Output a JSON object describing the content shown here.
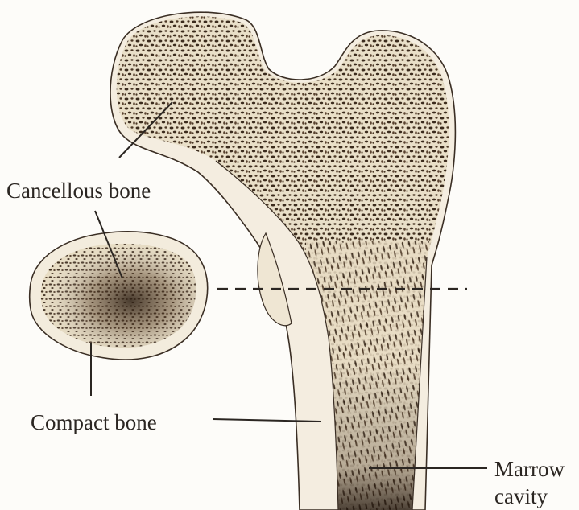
{
  "labels": {
    "cancellous_bone": "Cancellous bone",
    "compact_bone": "Compact bone",
    "marrow_line1": "Marrow",
    "marrow_line2": "cavity"
  },
  "colors": {
    "background": "#fdfcf9",
    "bone_fill": "#f2ead8",
    "bone_outline": "#3a2e24",
    "trabecular_dark": "#3b2b1d",
    "trabecular_light": "#e8dcc3",
    "text": "#2b2622",
    "leader_line": "#2b2622"
  }
}
